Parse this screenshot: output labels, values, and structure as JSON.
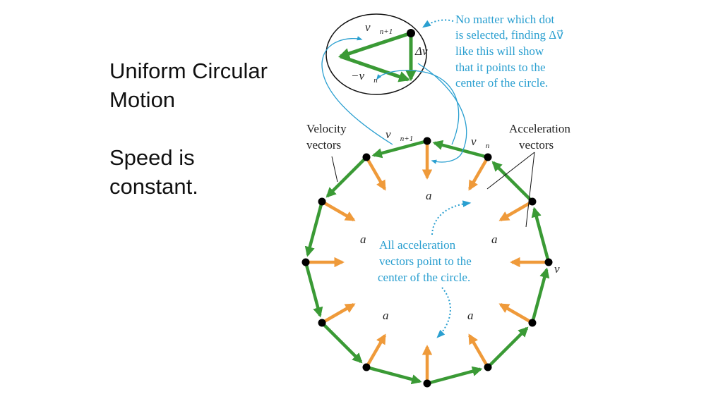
{
  "slide": {
    "title_line1": "Uniform Circular",
    "title_line2": "Motion",
    "subtitle_line1": "Speed is",
    "subtitle_line2": "constant."
  },
  "diagram": {
    "top_note": [
      "No matter which dot",
      "is selected, finding Δv⃗",
      "like this will show",
      "that it points to the",
      "center of the circle."
    ],
    "center_note": [
      "All acceleration",
      "vectors point to the",
      "center of the circle."
    ],
    "velocity_label": [
      "Velocity",
      "vectors"
    ],
    "acceleration_label": [
      "Acceleration",
      "vectors"
    ],
    "v_next_symbol": "v⃗",
    "v_next_sub": "n+1",
    "v_n_symbol": "v⃗",
    "v_n_sub": "n",
    "delta_v": "Δv⃗",
    "neg_v_n_symbol": "−v⃗",
    "neg_v_n_sub": "n",
    "a_symbol": "a⃗",
    "v_symbol": "v⃗",
    "colors": {
      "velocity": "#3a9a35",
      "acceleration": "#ef9a3a",
      "note": "#2a9fd0",
      "dot": "#000000"
    }
  }
}
